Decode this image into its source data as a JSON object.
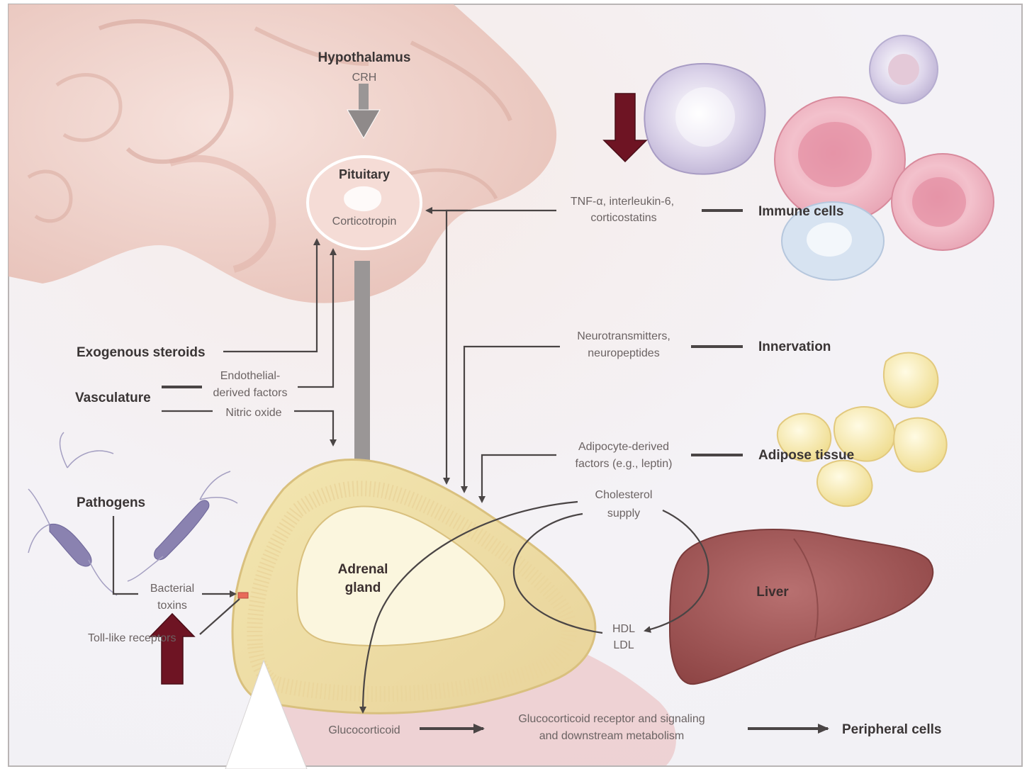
{
  "title": "",
  "nodes": {
    "hypothalamus": "Hypothalamus",
    "crh": "CRH",
    "pituitary": "Pituitary",
    "corticotropin": "Corticotropin",
    "immune_cells": "Immune cells",
    "immune_factors": [
      "TNF-α, interleukin-6,",
      "corticostatins"
    ],
    "innervation": "Innervation",
    "innervation_factors": [
      "Neurotransmitters,",
      "neuropeptides"
    ],
    "exogenous_steroids": "Exogenous steroids",
    "vasculature": "Vasculature",
    "endothelial_factors": [
      "Endothelial-",
      "derived factors"
    ],
    "nitric_oxide": "Nitric oxide",
    "adipose_tissue": "Adipose tissue",
    "adipocyte_factors": [
      "Adipocyte-derived",
      "factors (e.g., leptin)"
    ],
    "cholesterol_supply": [
      "Cholesterol",
      "supply"
    ],
    "pathogens": "Pathogens",
    "bacterial_toxins": [
      "Bacterial",
      "toxins"
    ],
    "toll_like_receptors": "Toll-like receptors",
    "adrenal_gland": [
      "Adrenal",
      "gland"
    ],
    "liver": "Liver",
    "hdl": "HDL",
    "ldl": "LDL",
    "glucocorticoid": "Glucocorticoid",
    "receptor_signaling": [
      "Glucocorticoid receptor and signaling",
      "and downstream metabolism"
    ],
    "peripheral_cells": "Peripheral cells"
  },
  "colors": {
    "highlight_arrow": "#6e1423",
    "connector": "#4a4545",
    "main_axis_arrow": "#9a9696",
    "brain": "#f0d6cf",
    "adrenal_cortex": "#f2e7b8",
    "liver": "#a85a5a",
    "adipose": "#f7ecb0",
    "immune_pink": "#eaa0b0",
    "immune_lilac": "#d4cbe3"
  }
}
